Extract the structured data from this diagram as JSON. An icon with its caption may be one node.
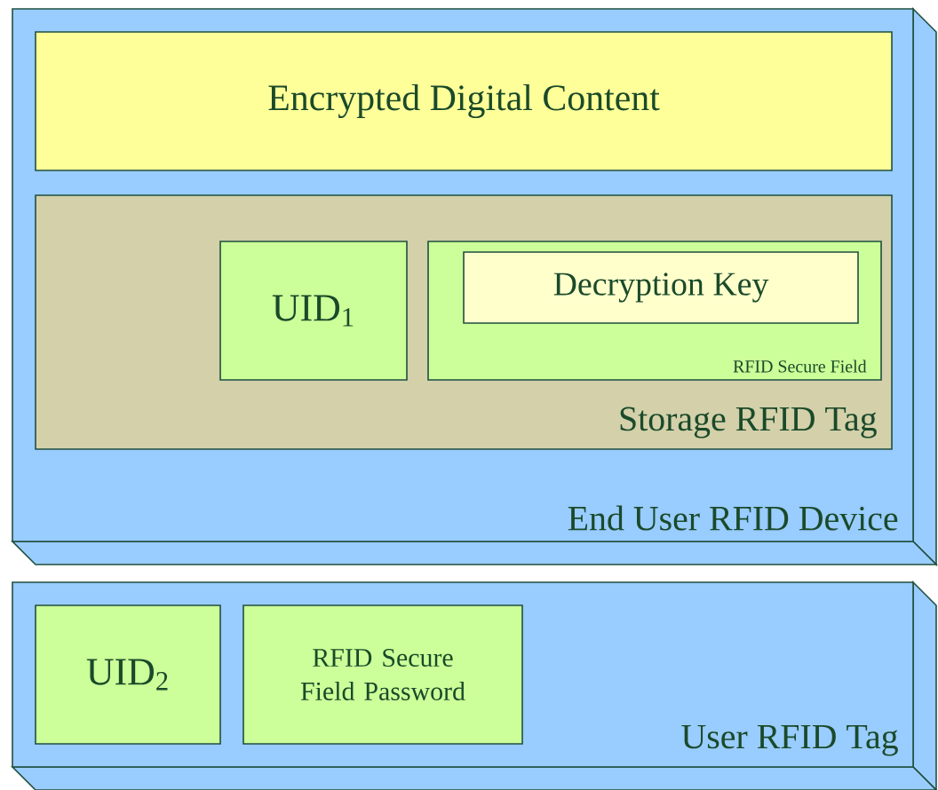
{
  "diagram": {
    "nodes": [
      {
        "text": [
          "End User RFID Device"
        ]
      },
      {
        "text": [
          "Encrypted Digital Content"
        ],
        "in": 0
      },
      {
        "text": [
          "Storage RFID Tag"
        ],
        "in": 0
      },
      {
        "text": [
          "UID$_{1}$"
        ],
        "in": 2
      },
      {
        "text": [
          "RFID Secure Field"
        ],
        "in": 2
      },
      {
        "text": [
          "Decryption Key"
        ],
        "in": 4
      },
      {
        "text": [
          "User RFID Tag"
        ]
      },
      {
        "text": [
          "UID$_{2}$"
        ],
        "in": 6
      },
      {
        "text": [
          "RFID Secure Field Password"
        ],
        "in": 6
      }
    ]
  }
}
